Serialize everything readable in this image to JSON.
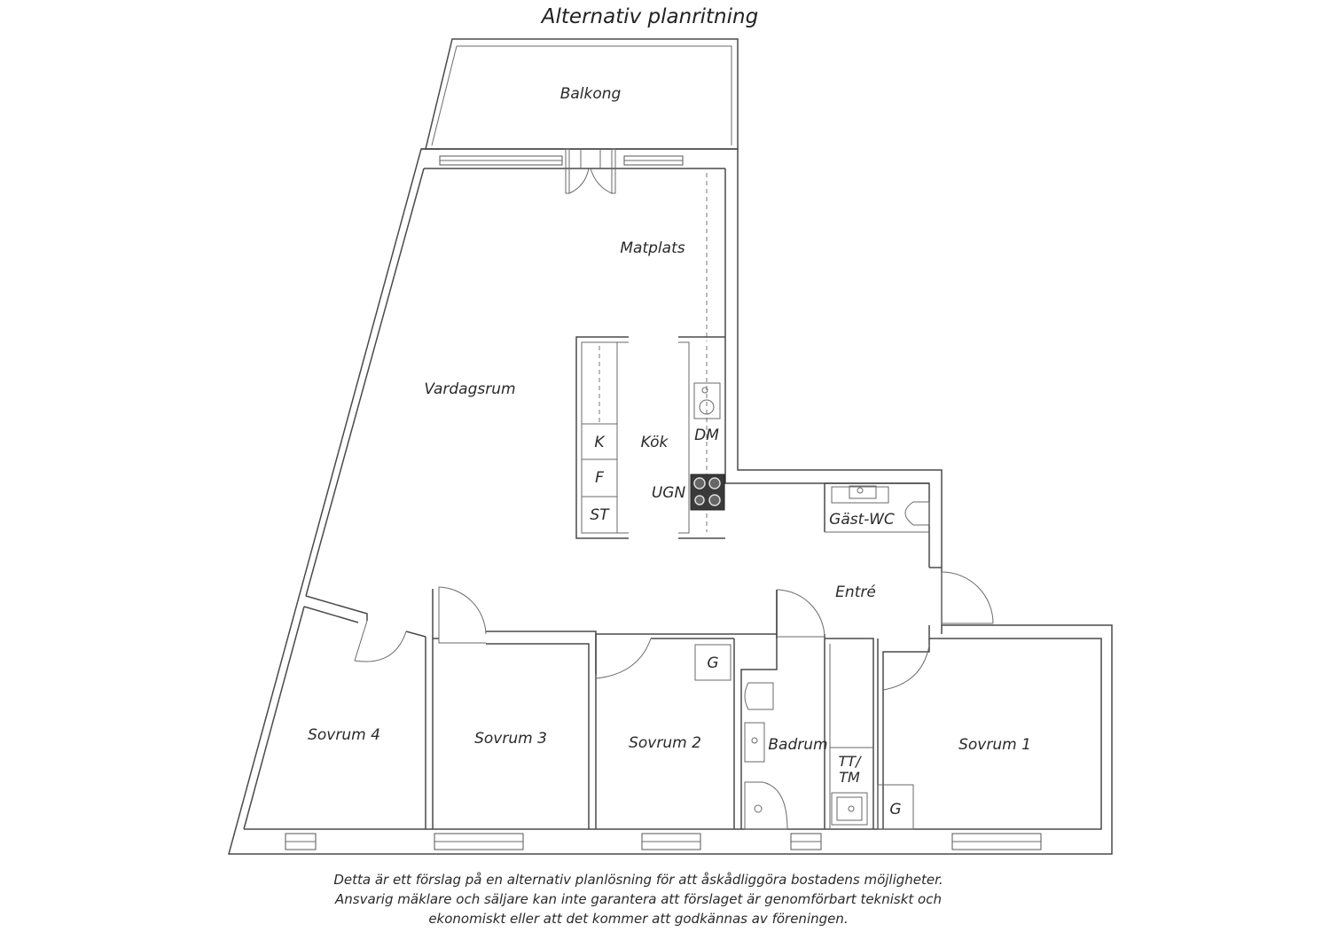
{
  "title": "Alternativ planritning",
  "rooms": {
    "balkong": "Balkong",
    "matplats": "Matplats",
    "vardagsrum": "Vardagsrum",
    "kok": "Kök",
    "gast_wc": "Gäst-WC",
    "entre": "Entré",
    "sovrum_4": "Sovrum 4",
    "sovrum_3": "Sovrum 3",
    "sovrum_2": "Sovrum 2",
    "badrum": "Badrum",
    "sovrum_1": "Sovrum 1"
  },
  "fixtures": {
    "k": "K",
    "f": "F",
    "st": "ST",
    "dm": "DM",
    "ugn": "UGN",
    "g_sovrum2": "G",
    "g_sovrum1": "G",
    "tt_line1": "TT/",
    "tt_line2": "TM"
  },
  "disclaimer": {
    "line1": "Detta är ett förslag på en alternativ planlösning för att åskådliggöra bostadens möjligheter.",
    "line2": "Ansvarig mäklare och säljare kan inte garantera att förslaget är genomförbart tekniskt och",
    "line3": "ekonomiskt eller att det kommer att godkännas av föreningen."
  }
}
